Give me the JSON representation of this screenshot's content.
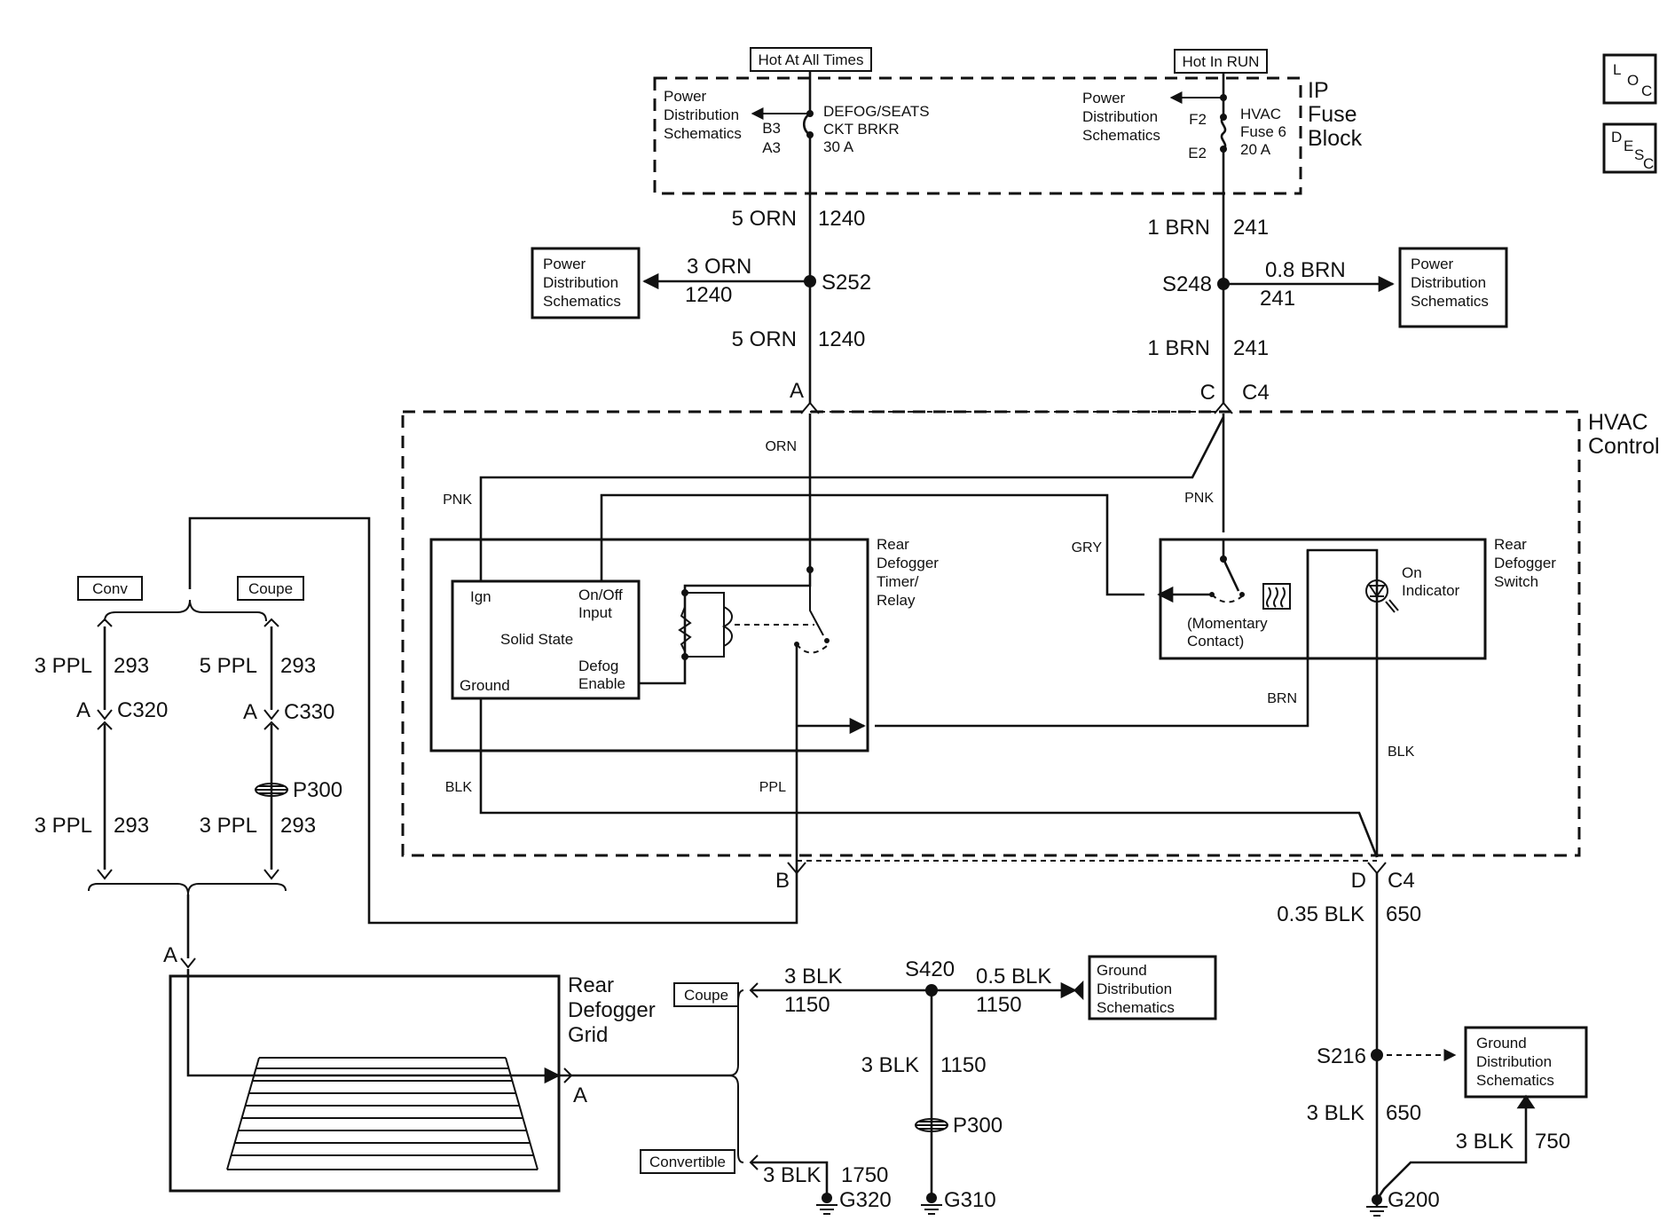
{
  "hot_labels": {
    "always": "Hot At All Times",
    "run": "Hot In RUN"
  },
  "fuse_block": {
    "title": [
      "IP",
      "Fuse",
      "Block"
    ]
  },
  "badges": {
    "loc": {
      "big": "L",
      "small1": "O",
      "small2": "C"
    },
    "desc": {
      "big": "D",
      "small1": "E",
      "small2": "S",
      "small3": "C"
    }
  },
  "pds": [
    "Power",
    "Distribution",
    "Schematics"
  ],
  "gds": [
    "Ground",
    "Distribution",
    "Schematics"
  ],
  "breaker": {
    "title": [
      "DEFOG/SEATS",
      "CKT BRKR",
      "30 A"
    ],
    "pin_in": "B3",
    "pin_out": "A3"
  },
  "fuse": {
    "title": [
      "HVAC",
      "Fuse 6",
      "20 A"
    ],
    "pin_in": "F2",
    "pin_out": "E2"
  },
  "wires": {
    "orn_5_a": [
      "5 ORN",
      "1240"
    ],
    "orn_3": [
      "3 ORN",
      "1240"
    ],
    "orn_5_b": [
      "5 ORN",
      "1240"
    ],
    "brn_1_a": [
      "1 BRN",
      "241"
    ],
    "brn_08": [
      "0.8 BRN",
      "241"
    ],
    "brn_1_b": [
      "1 BRN",
      "241"
    ],
    "blk_035": [
      "0.35 BLK",
      "650"
    ],
    "blk_3_650": [
      "3 BLK",
      "650"
    ],
    "blk_3_750": [
      "3 BLK",
      "750"
    ],
    "blk_3_1150_a": [
      "3 BLK",
      "1150"
    ],
    "blk_05_1150": [
      "0.5 BLK",
      "1150"
    ],
    "blk_3_1150_b": [
      "3 BLK",
      "1150"
    ],
    "blk_3_1750": [
      "3 BLK",
      "1750"
    ],
    "ppl_3_a": [
      "3 PPL",
      "293"
    ],
    "ppl_5": [
      "5 PPL",
      "293"
    ],
    "ppl_3_b": [
      "3 PPL",
      "293"
    ],
    "ppl_3_c": [
      "3 PPL",
      "293"
    ]
  },
  "splices": {
    "s252": "S252",
    "s248": "S248",
    "s420": "S420",
    "s216": "S216"
  },
  "connectors": {
    "c4": "C4",
    "c320": "C320",
    "c330": "C330",
    "pin_a": "A",
    "pin_b": "B",
    "pin_c": "C",
    "pin_d": "D"
  },
  "hvac_control": {
    "title": [
      "HVAC",
      "Control"
    ]
  },
  "internal_wires": {
    "orn": "ORN",
    "pnk_l": "PNK",
    "pnk_r": "PNK",
    "gry": "GRY",
    "brn": "BRN",
    "blk_l": "BLK",
    "blk_r": "BLK",
    "ppl": "PPL"
  },
  "relay": {
    "title": [
      "Rear",
      "Defogger",
      "Timer/",
      "Relay"
    ],
    "solid_state": "Solid State",
    "ign": "Ign",
    "onoff": [
      "On/Off",
      "Input"
    ],
    "ground": "Ground",
    "defog": [
      "Defog",
      "Enable"
    ]
  },
  "switch": {
    "title": [
      "Rear",
      "Defogger",
      "Switch"
    ],
    "momentary": [
      "(Momentary",
      "Contact)"
    ],
    "on_indicator": [
      "On",
      "Indicator"
    ]
  },
  "tags": {
    "conv": "Conv",
    "coupe": "Coupe",
    "coupe2": "Coupe",
    "convertible": "Convertible"
  },
  "p300": "P300",
  "grid": {
    "title": [
      "Rear",
      "Defogger",
      "Grid"
    ]
  },
  "grounds": {
    "g320": "G320",
    "g310": "G310",
    "g200": "G200"
  }
}
